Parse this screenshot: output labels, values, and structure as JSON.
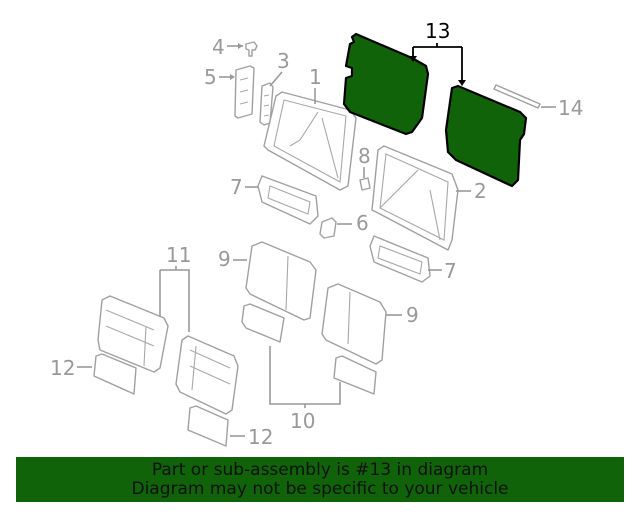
{
  "diagram": {
    "highlight_color": "#116309",
    "callout_color": "#999999",
    "callouts": [
      {
        "id": "1",
        "label": "1"
      },
      {
        "id": "2",
        "label": "2"
      },
      {
        "id": "3",
        "label": "3"
      },
      {
        "id": "4",
        "label": "4"
      },
      {
        "id": "5",
        "label": "5"
      },
      {
        "id": "6",
        "label": "6"
      },
      {
        "id": "7a",
        "label": "7"
      },
      {
        "id": "7b",
        "label": "7"
      },
      {
        "id": "8",
        "label": "8"
      },
      {
        "id": "9a",
        "label": "9"
      },
      {
        "id": "9b",
        "label": "9"
      },
      {
        "id": "10",
        "label": "10"
      },
      {
        "id": "11",
        "label": "11"
      },
      {
        "id": "12a",
        "label": "12"
      },
      {
        "id": "12b",
        "label": "12"
      },
      {
        "id": "13",
        "label": "13",
        "highlighted": true
      },
      {
        "id": "14",
        "label": "14"
      }
    ]
  },
  "banner": {
    "line1": "Part or sub-assembly is #13 in diagram",
    "line2": "Diagram may not be specific to your vehicle",
    "background": "#116309"
  }
}
